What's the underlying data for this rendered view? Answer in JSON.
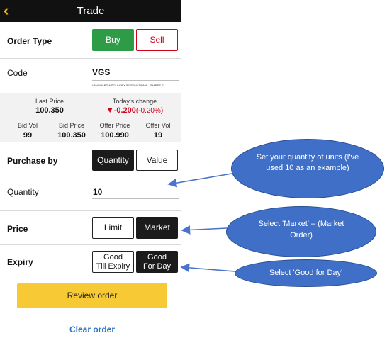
{
  "header": {
    "title": "Trade"
  },
  "order_type": {
    "label": "Order Type",
    "buy": "Buy",
    "sell": "Sell"
  },
  "code": {
    "label": "Code",
    "value": "VGS",
    "description": "VANGUARD MSCI INDEX INTERNATIONAL SHARES E..."
  },
  "quote": {
    "last_price_label": "Last Price",
    "last_price": "100.350",
    "change_label": "Today's change",
    "change_value": "▼-0.200",
    "change_pct": "(-0.20%)",
    "bid_vol_label": "Bid Vol",
    "bid_vol": "99",
    "bid_price_label": "Bid Price",
    "bid_price": "100.350",
    "offer_price_label": "Offer Price",
    "offer_price": "100.990",
    "offer_vol_label": "Offer Vol",
    "offer_vol": "19"
  },
  "purchase_by": {
    "label": "Purchase by",
    "quantity": "Quantity",
    "value": "Value"
  },
  "quantity": {
    "label": "Quantity",
    "value": "10"
  },
  "price": {
    "label": "Price",
    "limit": "Limit",
    "market": "Market"
  },
  "expiry": {
    "label": "Expiry",
    "gtc_line1": "Good",
    "gtc_line2": "Till Expiry",
    "gfd_line1": "Good",
    "gfd_line2": "For Day"
  },
  "actions": {
    "review": "Review order",
    "clear": "Clear order"
  },
  "callouts": {
    "quantity_note": "Set your quantity of units (I've used 10 as an example)",
    "market_note": "Select 'Market' – (Market Order)",
    "day_note": "Select 'Good for Day'"
  },
  "colors": {
    "buy": "#2e9b47",
    "sell": "#d0021b",
    "review": "#f6c935",
    "callout": "#3f6fc6",
    "link": "#2a73c8"
  }
}
